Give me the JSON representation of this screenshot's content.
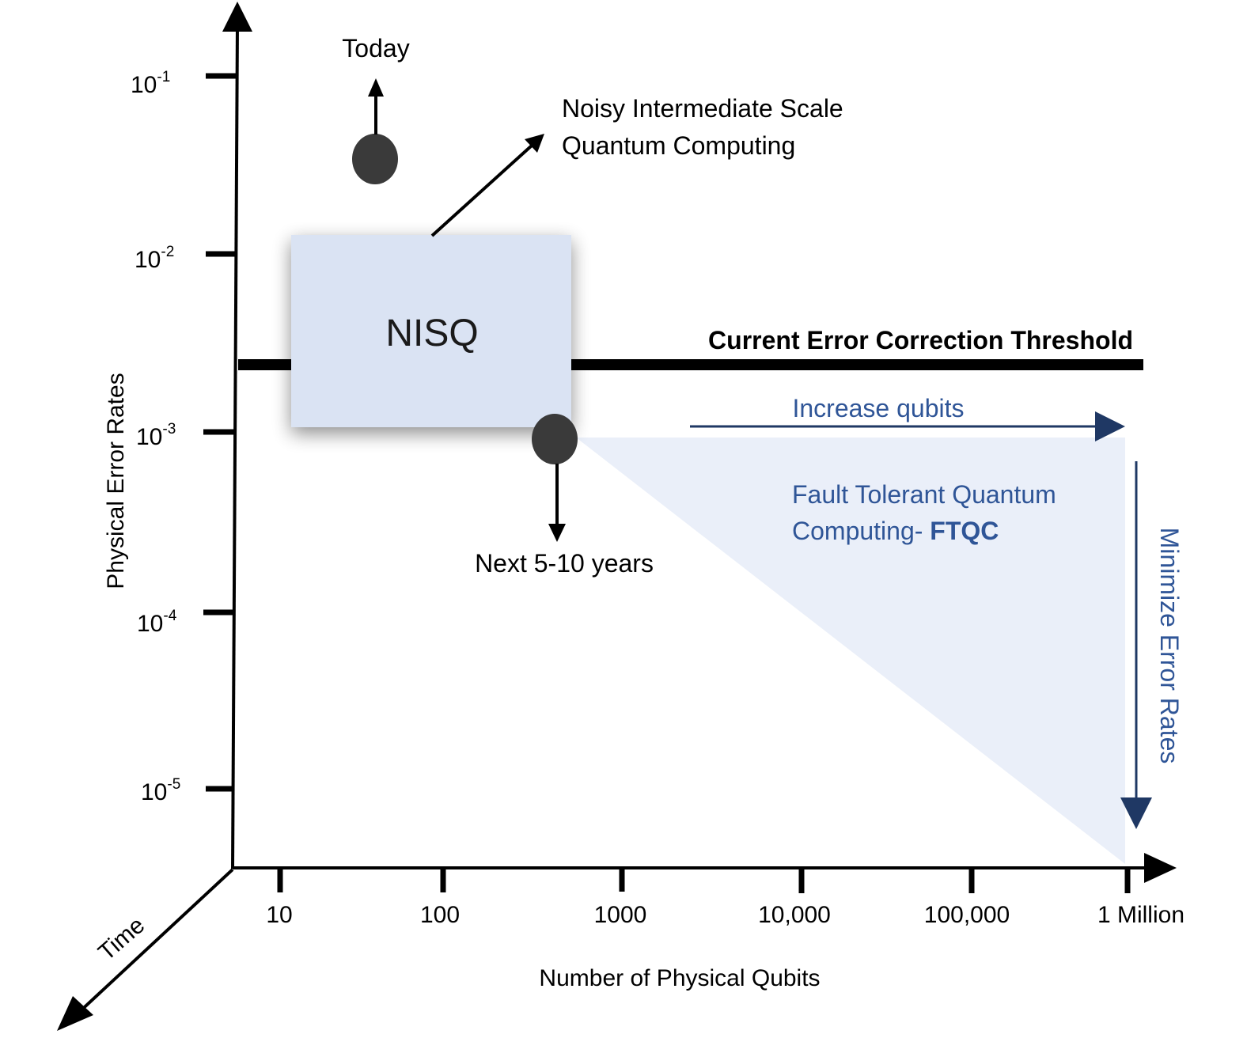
{
  "colors": {
    "axis": "#000000",
    "nisq_fill": "#dae3f3",
    "ftqc_fill": "#eaeff9",
    "accent_blue": "#1f3864",
    "ftqc_text": "#2f5597",
    "marker": "#3a3a3a"
  },
  "y_axis": {
    "label": "Physical Error Rates",
    "ticks": [
      {
        "base": "10",
        "exp": "-1"
      },
      {
        "base": "10",
        "exp": "-2"
      },
      {
        "base": "10",
        "exp": "-3"
      },
      {
        "base": "10",
        "exp": "-4"
      },
      {
        "base": "10",
        "exp": "-5"
      }
    ]
  },
  "x_axis": {
    "label": "Number of Physical Qubits",
    "ticks": [
      "10",
      "100",
      "1000",
      "10,000",
      "100,000",
      "1 Million"
    ]
  },
  "z_axis": {
    "label": "Time"
  },
  "annotations": {
    "today": "Today",
    "nisq_name_line1": "Noisy Intermediate Scale",
    "nisq_name_line2": "Quantum Computing",
    "nisq_box": "NISQ",
    "threshold": "Current Error Correction Threshold",
    "increase_qubits": "Increase qubits",
    "ftqc_line1": "Fault Tolerant Quantum",
    "ftqc_line2_prefix": "Computing- ",
    "ftqc_line2_bold": "FTQC",
    "minimize": "Minimize Error Rates",
    "next_years": "Next 5-10 years"
  }
}
